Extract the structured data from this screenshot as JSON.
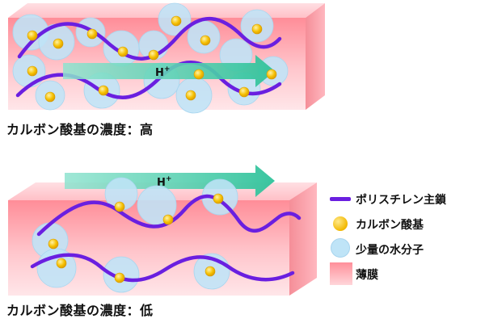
{
  "captions": {
    "high": "カルボン酸基の濃度：高",
    "low": "カルボン酸基の濃度：低"
  },
  "arrow_label": {
    "main": "H",
    "sup": "+"
  },
  "legend": {
    "polymer": "ポリスチレン主鎖",
    "carboxyl": "カルボン酸基",
    "water": "少量の水分子",
    "film": "薄膜"
  },
  "colors": {
    "polymer": "#6a1fe0",
    "carboxyl": "#f5c000",
    "water": "#bfe4f7",
    "film_top": "#ff8f9a",
    "film_bottom": "#ffe3e6",
    "arrow": "#3ec9a3"
  }
}
